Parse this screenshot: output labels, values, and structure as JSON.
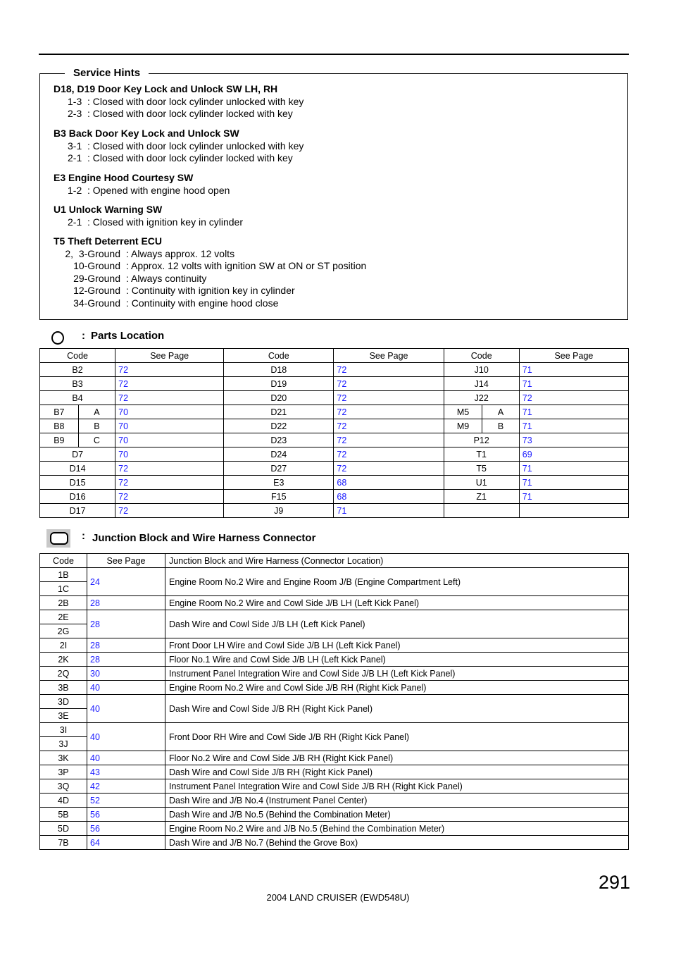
{
  "service_hints": {
    "title": "Service Hints",
    "blocks": [
      {
        "head": "D18, D19  Door Key Lock and Unlock SW LH, RH",
        "lines": [
          "1-3  : Closed with door lock cylinder unlocked with key",
          "2-3  : Closed with door lock cylinder locked with key"
        ]
      },
      {
        "head": "B3  Back Door Key Lock and Unlock SW",
        "lines": [
          "3-1  : Closed with door lock cylinder unlocked with key",
          "2-1  : Closed with door lock cylinder locked with key"
        ]
      },
      {
        "head": "E3  Engine Hood Courtesy SW",
        "lines": [
          "1-2  : Opened with engine hood open"
        ]
      },
      {
        "head": "U1  Unlock Warning SW",
        "lines": [
          "2-1  : Closed with ignition key in cylinder"
        ]
      }
    ],
    "t5": {
      "head": "T5  Theft Deterrent ECU",
      "rows": [
        {
          "term": "2,  3-Ground",
          "desc": ": Always approx. 12 volts"
        },
        {
          "term": "10-Ground",
          "desc": ": Approx. 12 volts with ignition SW at ON or ST position"
        },
        {
          "term": "29-Ground",
          "desc": ": Always continuity"
        },
        {
          "term": "12-Ground",
          "desc": ": Continuity with ignition key in cylinder"
        },
        {
          "term": "34-Ground",
          "desc": ": Continuity with engine hood close"
        }
      ]
    }
  },
  "parts_location": {
    "colon": ":",
    "title": "Parts Location",
    "headers": [
      "Code",
      "See Page",
      "Code",
      "See Page",
      "Code",
      "See Page"
    ],
    "rows": [
      [
        [
          "B2",
          ""
        ],
        "72",
        [
          "D18",
          ""
        ],
        "72",
        [
          "J10",
          ""
        ],
        "71"
      ],
      [
        [
          "B3",
          ""
        ],
        "72",
        [
          "D19",
          ""
        ],
        "72",
        [
          "J14",
          ""
        ],
        "71"
      ],
      [
        [
          "B4",
          ""
        ],
        "72",
        [
          "D20",
          ""
        ],
        "72",
        [
          "J22",
          ""
        ],
        "72"
      ],
      [
        [
          "B7",
          "A"
        ],
        "70",
        [
          "D21",
          ""
        ],
        "72",
        [
          "M5",
          "A"
        ],
        "71"
      ],
      [
        [
          "B8",
          "B"
        ],
        "70",
        [
          "D22",
          ""
        ],
        "72",
        [
          "M9",
          "B"
        ],
        "71"
      ],
      [
        [
          "B9",
          "C"
        ],
        "70",
        [
          "D23",
          ""
        ],
        "72",
        [
          "P12",
          ""
        ],
        "73"
      ],
      [
        [
          "D7",
          ""
        ],
        "70",
        [
          "D24",
          ""
        ],
        "72",
        [
          "T1",
          ""
        ],
        "69"
      ],
      [
        [
          "D14",
          ""
        ],
        "72",
        [
          "D27",
          ""
        ],
        "72",
        [
          "T5",
          ""
        ],
        "71"
      ],
      [
        [
          "D15",
          ""
        ],
        "72",
        [
          "E3",
          ""
        ],
        "68",
        [
          "U1",
          ""
        ],
        "71"
      ],
      [
        [
          "D16",
          ""
        ],
        "72",
        [
          "F15",
          ""
        ],
        "68",
        [
          "Z1",
          ""
        ],
        "71"
      ],
      [
        [
          "D17",
          ""
        ],
        "72",
        [
          "J9",
          ""
        ],
        "71",
        [
          "",
          ""
        ],
        ""
      ]
    ]
  },
  "junction": {
    "colon": ":",
    "title": "Junction Block and Wire Harness Connector",
    "headers": [
      "Code",
      "See Page",
      "Junction Block and Wire Harness (Connector Location)"
    ],
    "groups": [
      {
        "codes": [
          "1B",
          "1C"
        ],
        "page": "24",
        "desc": "Engine Room No.2 Wire and Engine Room J/B (Engine Compartment Left)"
      },
      {
        "codes": [
          "2B"
        ],
        "page": "28",
        "desc": "Engine Room No.2 Wire and Cowl Side J/B LH (Left Kick Panel)"
      },
      {
        "codes": [
          "2E",
          "2G"
        ],
        "page": "28",
        "desc": "Dash Wire and Cowl Side J/B LH (Left Kick Panel)"
      },
      {
        "codes": [
          "2I"
        ],
        "page": "28",
        "desc": "Front Door LH Wire and Cowl Side J/B LH (Left Kick Panel)"
      },
      {
        "codes": [
          "2K"
        ],
        "page": "28",
        "desc": "Floor No.1 Wire and Cowl Side J/B LH (Left Kick Panel)"
      },
      {
        "codes": [
          "2Q"
        ],
        "page": "30",
        "desc": "Instrument Panel Integration Wire and Cowl Side J/B LH (Left Kick Panel)"
      },
      {
        "codes": [
          "3B"
        ],
        "page": "40",
        "desc": "Engine Room No.2 Wire and Cowl Side J/B RH (Right Kick Panel)"
      },
      {
        "codes": [
          "3D",
          "3E"
        ],
        "page": "40",
        "desc": "Dash Wire and Cowl Side J/B RH (Right Kick Panel)"
      },
      {
        "codes": [
          "3I",
          "3J"
        ],
        "page": "40",
        "desc": "Front Door RH Wire and Cowl Side J/B RH (Right Kick Panel)"
      },
      {
        "codes": [
          "3K"
        ],
        "page": "40",
        "desc": "Floor No.2 Wire and Cowl Side J/B RH (Right Kick Panel)"
      },
      {
        "codes": [
          "3P"
        ],
        "page": "43",
        "desc": "Dash Wire and Cowl Side J/B RH (Right Kick Panel)"
      },
      {
        "codes": [
          "3Q"
        ],
        "page": "42",
        "desc": "Instrument Panel Integration Wire and Cowl Side J/B RH (Right Kick Panel)"
      },
      {
        "codes": [
          "4D"
        ],
        "page": "52",
        "desc": "Dash Wire and J/B No.4 (Instrument Panel Center)"
      },
      {
        "codes": [
          "5B"
        ],
        "page": "56",
        "desc": "Dash Wire and J/B No.5 (Behind the Combination Meter)"
      },
      {
        "codes": [
          "5D"
        ],
        "page": "56",
        "desc": "Engine Room No.2 Wire and J/B No.5 (Behind the Combination Meter)"
      },
      {
        "codes": [
          "7B"
        ],
        "page": "64",
        "desc": "Dash Wire and J/B No.7 (Behind the Grove Box)"
      }
    ]
  },
  "page_number": "291",
  "footer": "2004 LAND CRUISER (EWD548U)",
  "colors": {
    "link": "#1a1aff"
  }
}
